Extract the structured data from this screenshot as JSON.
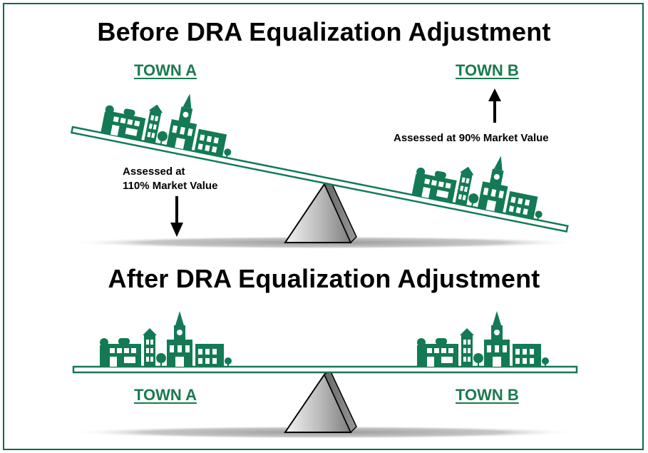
{
  "before": {
    "title": "Before DRA Equalization Adjustment",
    "town_a_label": "TOWN A",
    "town_b_label": "TOWN B",
    "town_a_note_line1": "Assessed at",
    "town_a_note_line2": "110% Market Value",
    "town_b_note": "Assessed at 90% Market Value"
  },
  "after": {
    "title": "After DRA Equalization Adjustment",
    "town_a_label": "TOWN A",
    "town_b_label": "TOWN B"
  },
  "colors": {
    "border": "#0f6b48",
    "town_green": "#137a55",
    "label_green": "#1b7a50"
  }
}
